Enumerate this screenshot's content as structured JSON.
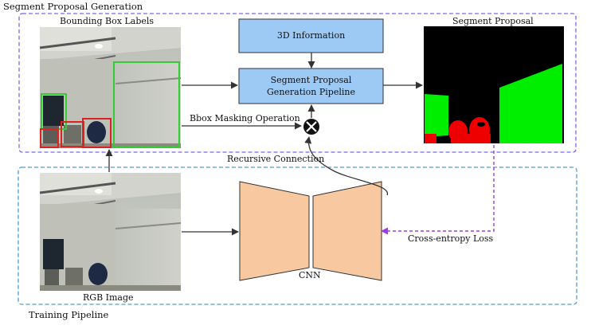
{
  "regions": {
    "top_title": "Segment Proposal Generation",
    "bottom_title": "Training Pipeline"
  },
  "labels": {
    "bbox_labels": "Bounding Box Labels",
    "segment_proposal": "Segment Proposal",
    "info_3d": "3D Information",
    "pipeline_line1": "Segment Proposal",
    "pipeline_line2": "Generation Pipeline",
    "bbox_masking": "Bbox Masking Operation",
    "recursive": "Recursive Connection",
    "cnn": "CNN",
    "rgb_image": "RGB Image",
    "loss": "Cross-entropy Loss"
  },
  "colors": {
    "top_border": "#7b68ee",
    "bottom_border": "#4a9fd8",
    "box_fill": "#9ccaf5",
    "cnn_fill": "#f8c9a0",
    "bbox_green": "#33cc33",
    "bbox_red": "#dd2222",
    "mask_green": "#00ee00",
    "mask_red": "#ee0000",
    "loss_arrow": "#9b3fe0"
  }
}
